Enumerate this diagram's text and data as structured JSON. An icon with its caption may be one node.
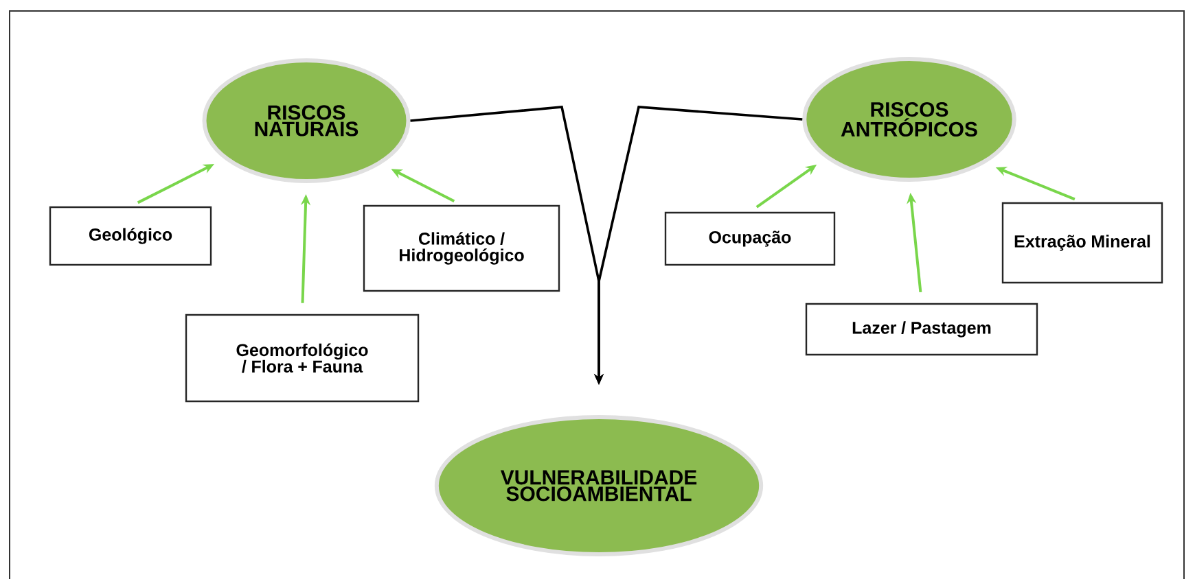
{
  "diagram": {
    "nodes": [
      {
        "text": [
          "RISCOS NATURAIS"
        ]
      },
      {
        "text": [
          "Geológico"
        ]
      },
      {
        "text": [
          "Climático / Hidrogeológico"
        ]
      },
      {
        "text": [
          "Geomorfológico / Flora + Fauna"
        ]
      },
      {
        "text": [
          "RISCOS ANTRÓPICOS"
        ]
      },
      {
        "text": [
          "Ocupação"
        ]
      },
      {
        "text": [
          "Extração Mineral"
        ]
      },
      {
        "text": [
          "Lazer / Pastagem"
        ]
      },
      {
        "text": [
          "VULNERABILIDADE SOCIOAMBIENTAL"
        ]
      }
    ],
    "edges": [
      {
        "from": 1,
        "to": 0,
        "arrow": "to"
      },
      {
        "from": 3,
        "to": 0,
        "arrow": "to"
      },
      {
        "from": 2,
        "to": 0,
        "arrow": "to"
      },
      {
        "from": 5,
        "to": 4,
        "arrow": "to"
      },
      {
        "from": 7,
        "to": 4,
        "arrow": "to"
      },
      {
        "from": 6,
        "to": 4,
        "arrow": "to"
      },
      {
        "from": 0,
        "to": 8,
        "arrow": "to",
        "color": "#000000"
      },
      {
        "from": 4,
        "to": 8,
        "arrow": "to",
        "color": "#000000"
      }
    ]
  }
}
